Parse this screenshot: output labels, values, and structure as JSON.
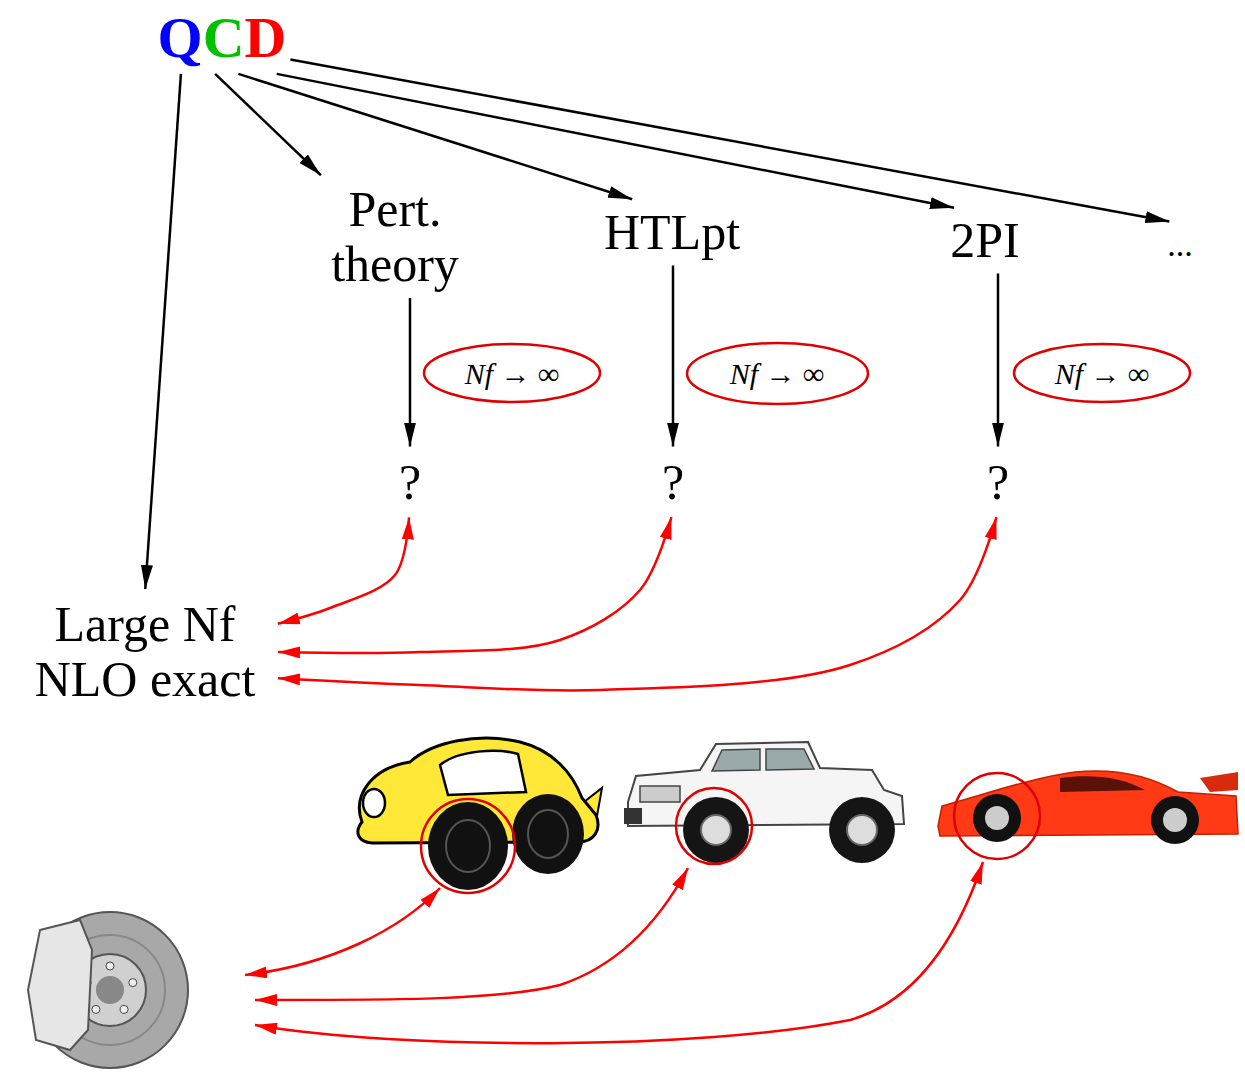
{
  "diagram": {
    "nodes": [
      {
        "text": [
          "QCD"
        ]
      },
      {
        "text": [
          "Pert. theory"
        ]
      },
      {
        "text": [
          "HTLpt"
        ]
      },
      {
        "text": [
          "2PI"
        ]
      },
      {
        "text": [
          "..."
        ]
      },
      {
        "text": [
          "Nf → ∞"
        ]
      },
      {
        "text": [
          "Nf → ∞"
        ]
      },
      {
        "text": [
          "Nf → ∞"
        ]
      },
      {
        "text": [
          "?"
        ]
      },
      {
        "text": [
          "?"
        ]
      },
      {
        "text": [
          "?"
        ]
      },
      {
        "text": [
          "Large Nf NLO exact"
        ]
      }
    ],
    "edges": [
      {
        "from": 0,
        "to": 11,
        "arrow": "to"
      },
      {
        "from": 0,
        "to": 1,
        "arrow": "to"
      },
      {
        "from": 0,
        "to": 2,
        "arrow": "to"
      },
      {
        "from": 0,
        "to": 3,
        "arrow": "to"
      },
      {
        "from": 0,
        "to": 4,
        "arrow": "to"
      },
      {
        "from": 1,
        "to": 8,
        "arrow": "to"
      },
      {
        "from": 2,
        "to": 9,
        "arrow": "to"
      },
      {
        "from": 3,
        "to": 10,
        "arrow": "to"
      },
      {
        "from": 8,
        "to": 11,
        "arrow": "both"
      },
      {
        "from": 9,
        "to": 11,
        "arrow": "both"
      },
      {
        "from": 10,
        "to": 11,
        "arrow": "both"
      }
    ]
  }
}
